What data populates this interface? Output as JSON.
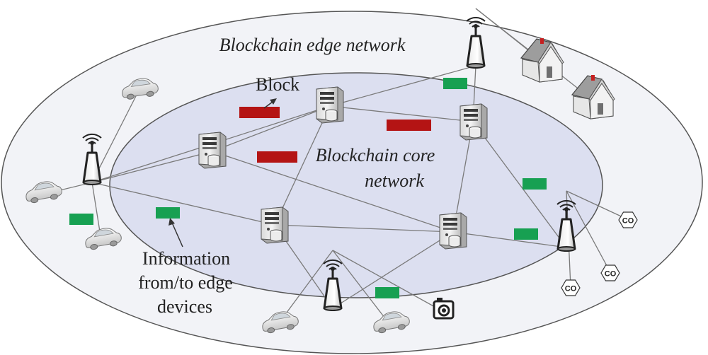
{
  "labels": {
    "edge_network": "Blockchain edge network",
    "core_network_line1": "Blockchain core",
    "core_network_line2": "network",
    "block": "Block",
    "info_line1": "Information",
    "info_line2": "from/to edge",
    "info_line3": "devices",
    "co": "CO"
  },
  "colors": {
    "edge_fill": "#f2f3f7",
    "core_fill": "#dcdff0",
    "block": "#b41414",
    "info": "#17a052",
    "line": "#7a7a7a"
  },
  "icons": {
    "server": "server-icon",
    "tower": "antenna-tower-icon",
    "car": "car-icon",
    "house": "house-icon",
    "camera": "camera-icon",
    "co_sensor": "co-sensor-icon"
  }
}
